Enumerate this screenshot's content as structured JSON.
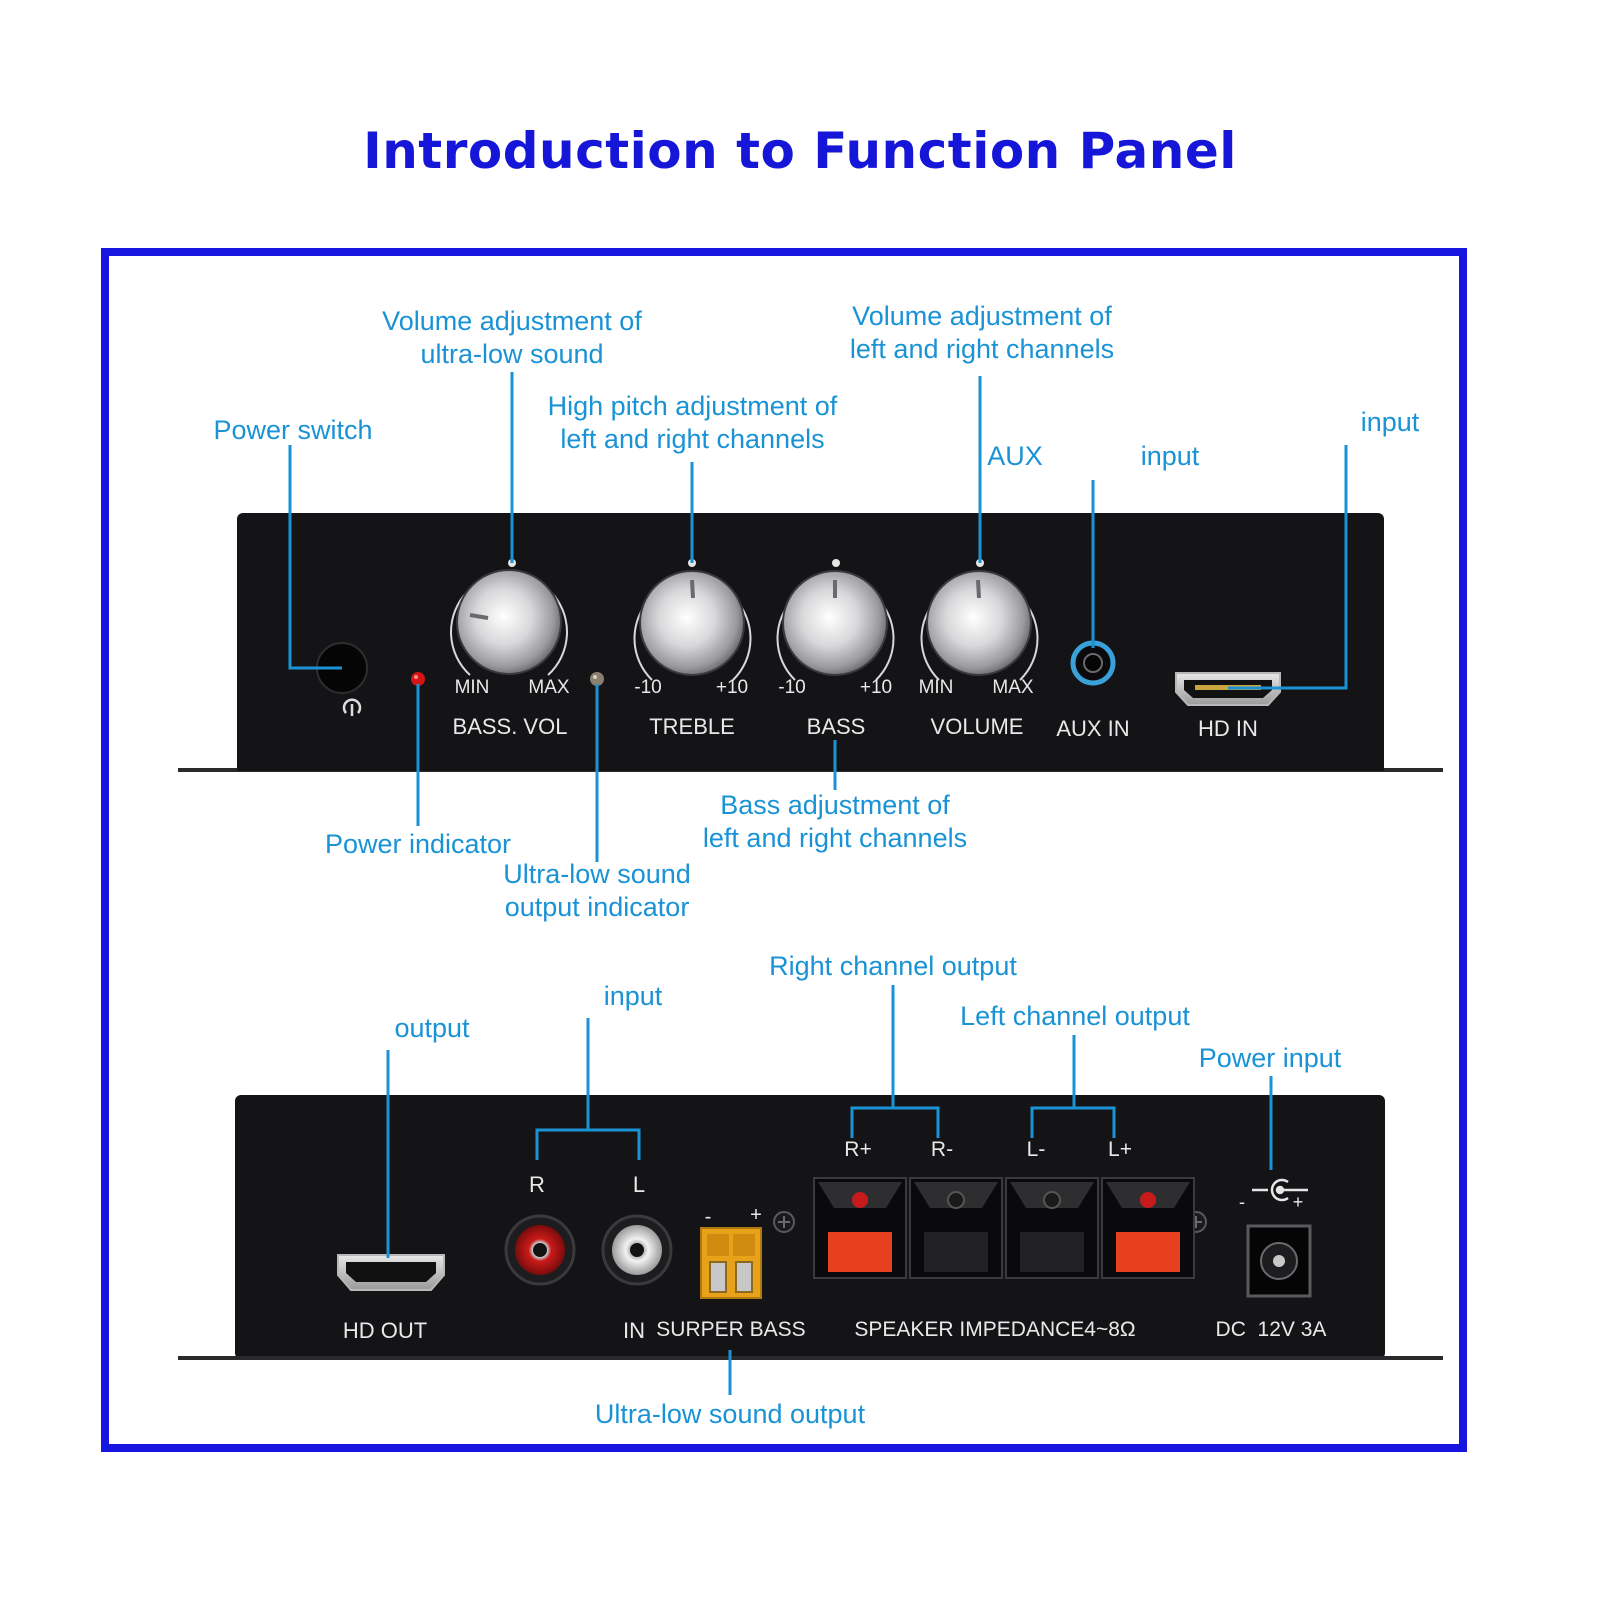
{
  "title": "Introduction to Function Panel",
  "colors": {
    "title": "#1616d8",
    "frame": "#1616e0",
    "annotation": "#1a93d6",
    "panel": "#141416"
  },
  "front_panel": {
    "annotations": {
      "power_switch": "Power switch",
      "bass_vol_l1": "Volume adjustment of",
      "bass_vol_l2": "ultra-low sound",
      "treble_l1": "High pitch adjustment of",
      "treble_l2": "left and right channels",
      "volume_l1": "Volume adjustment of",
      "volume_l2": "left and right channels",
      "aux": "AUX",
      "aux_input": "input",
      "hd_input": "input",
      "power_indicator": "Power indicator",
      "ultra_low_ind_l1": "Ultra-low sound",
      "ultra_low_ind_l2": "output indicator",
      "bass_adj_l1": "Bass adjustment of",
      "bass_adj_l2": "left and right channels"
    },
    "silkscreen": {
      "bass_vol": "BASS. VOL",
      "bass_vol_min": "MIN",
      "bass_vol_max": "MAX",
      "treble": "TREBLE",
      "treble_min": "-10",
      "treble_max": "+10",
      "bass": "BASS",
      "bass_min": "-10",
      "bass_max": "+10",
      "volume": "VOLUME",
      "volume_min": "MIN",
      "volume_max": "MAX",
      "aux_in": "AUX IN",
      "hd_in": "HD IN"
    }
  },
  "rear_panel": {
    "annotations": {
      "hd_output": "output",
      "rca_input": "input",
      "right_channel": "Right channel output",
      "left_channel": "Left channel output",
      "power_input": "Power input",
      "ultra_low_out": "Ultra-low sound output"
    },
    "silkscreen": {
      "hd_out": "HD OUT",
      "rca_r": "R",
      "rca_l": "L",
      "in": "IN",
      "super_bass": "SURPER BASS",
      "sub_minus": "-",
      "sub_plus": "+",
      "r_plus": "R+",
      "r_minus": "R-",
      "l_minus": "L-",
      "l_plus": "L+",
      "speaker_impedance": "SPEAKER IMPEDANCE4~8Ω",
      "dc": "DC  12V 3A",
      "dc_minus": "-",
      "dc_plus": "+"
    }
  }
}
